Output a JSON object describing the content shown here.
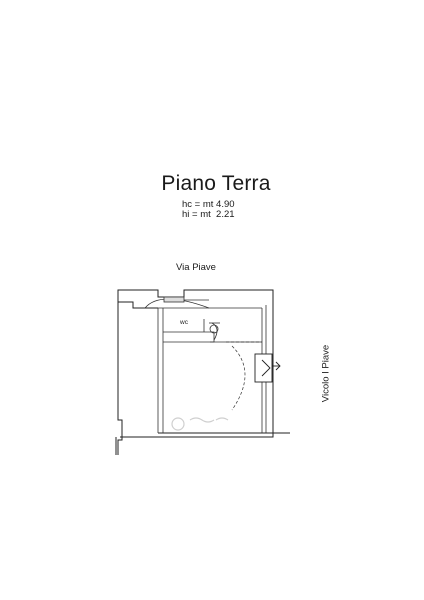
{
  "plan": {
    "title": "Piano Terra",
    "heights": {
      "hc": "hc = mt 4.90",
      "hi": "hi = mt  2.21"
    },
    "streets": {
      "top": "Via Piave",
      "side": "Vicolo I Piave"
    },
    "rooms": {
      "wc": "wc"
    }
  }
}
